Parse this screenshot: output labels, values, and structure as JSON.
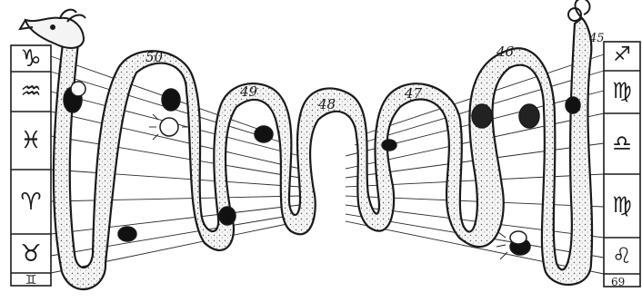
{
  "left_signs": [
    {
      "glyph": "♑",
      "icon": "capricorn-icon"
    },
    {
      "glyph": "♒",
      "icon": "aquarius-icon"
    },
    {
      "glyph": "♓",
      "icon": "pisces-icon"
    },
    {
      "glyph": "♈",
      "icon": "aries-icon"
    },
    {
      "glyph": "♉",
      "icon": "taurus-icon"
    },
    {
      "glyph": "♊",
      "icon": "gemini-icon"
    }
  ],
  "right_signs": [
    {
      "glyph": "♐",
      "icon": "sagittarius-icon"
    },
    {
      "glyph": "♍",
      "icon": "virgo-icon"
    },
    {
      "glyph": "♎",
      "icon": "libra-icon"
    },
    {
      "glyph": "♍",
      "icon": "virgo-icon"
    },
    {
      "glyph": "♌",
      "icon": "leo-icon"
    }
  ],
  "cycle_numbers": [
    "50",
    "49",
    "48",
    "47",
    "46",
    "45"
  ],
  "page_number": "69",
  "colors": {
    "ink": "#1a1a1a",
    "paper": "#ffffff",
    "serpent_fill": "#f2f2f2"
  }
}
